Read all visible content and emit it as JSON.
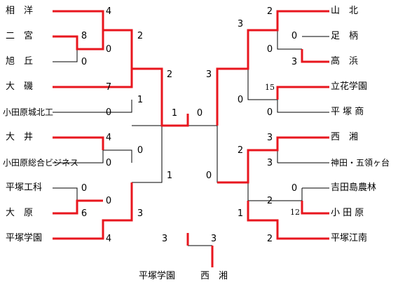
{
  "colors": {
    "winner_line": "#e8161e",
    "line": "#000000",
    "background": "#ffffff"
  },
  "left_teams": [
    "相　洋",
    "二　宮",
    "旭　丘",
    "大　磯",
    "小田原城北工",
    "大　井",
    "小田原総合ビジネス",
    "平塚工科",
    "大　原",
    "平塚学園"
  ],
  "right_teams": [
    "山　北",
    "足　柄",
    "高　浜",
    "立花学園",
    "平 塚 商",
    "西　湘",
    "神田・五領ヶ台",
    "吉田島農林",
    "小 田 原",
    "平塚江南"
  ],
  "final": {
    "left_team": "平塚学園",
    "right_team": "西　湘",
    "left_score": "3",
    "right_score": "3"
  },
  "left_scores": {
    "r1_sohyo": "4",
    "r1_ninomiya": "8",
    "r1_asahigaoka": "0",
    "r1_ninomiya_adv": "0",
    "r1_oiso": "7",
    "r1_odawarajohoku": "0",
    "r1_oi": "4",
    "r1_odawarasogo": "0",
    "r1_hiratsukakoka": "0",
    "r1_ohara": "6",
    "r1_ohara_adv": "0",
    "r1_hiratsukagakuen": "4",
    "r2_sohyo": "2",
    "r2_oiso": "1",
    "r2_oi": "0",
    "r2_hiratsukagakuen": "3",
    "r3_top": "2",
    "r3_bottom": "1",
    "sf_left": "1"
  },
  "right_scores": {
    "sf_right": "0",
    "r3_top": "3",
    "r3_bottom": "0",
    "r2_yamakita": "3",
    "r2_tachibana": "0",
    "r2_nishisho": "2",
    "r2_hiratsukakonan": "1",
    "r1_yamakita": "2",
    "r1_ashigara": "0",
    "r1_yamakita_adv": "0",
    "r1_takahama": "3",
    "r1_tachibana": "15",
    "r1_hiratsukasho": "0",
    "r1_nishisho": "3",
    "r1_jinda": "3",
    "r1_yoshidajima": "0",
    "r1_odawara_adv": "2",
    "r1_odawara": "12",
    "r1_hiratsukakonan": "2"
  }
}
